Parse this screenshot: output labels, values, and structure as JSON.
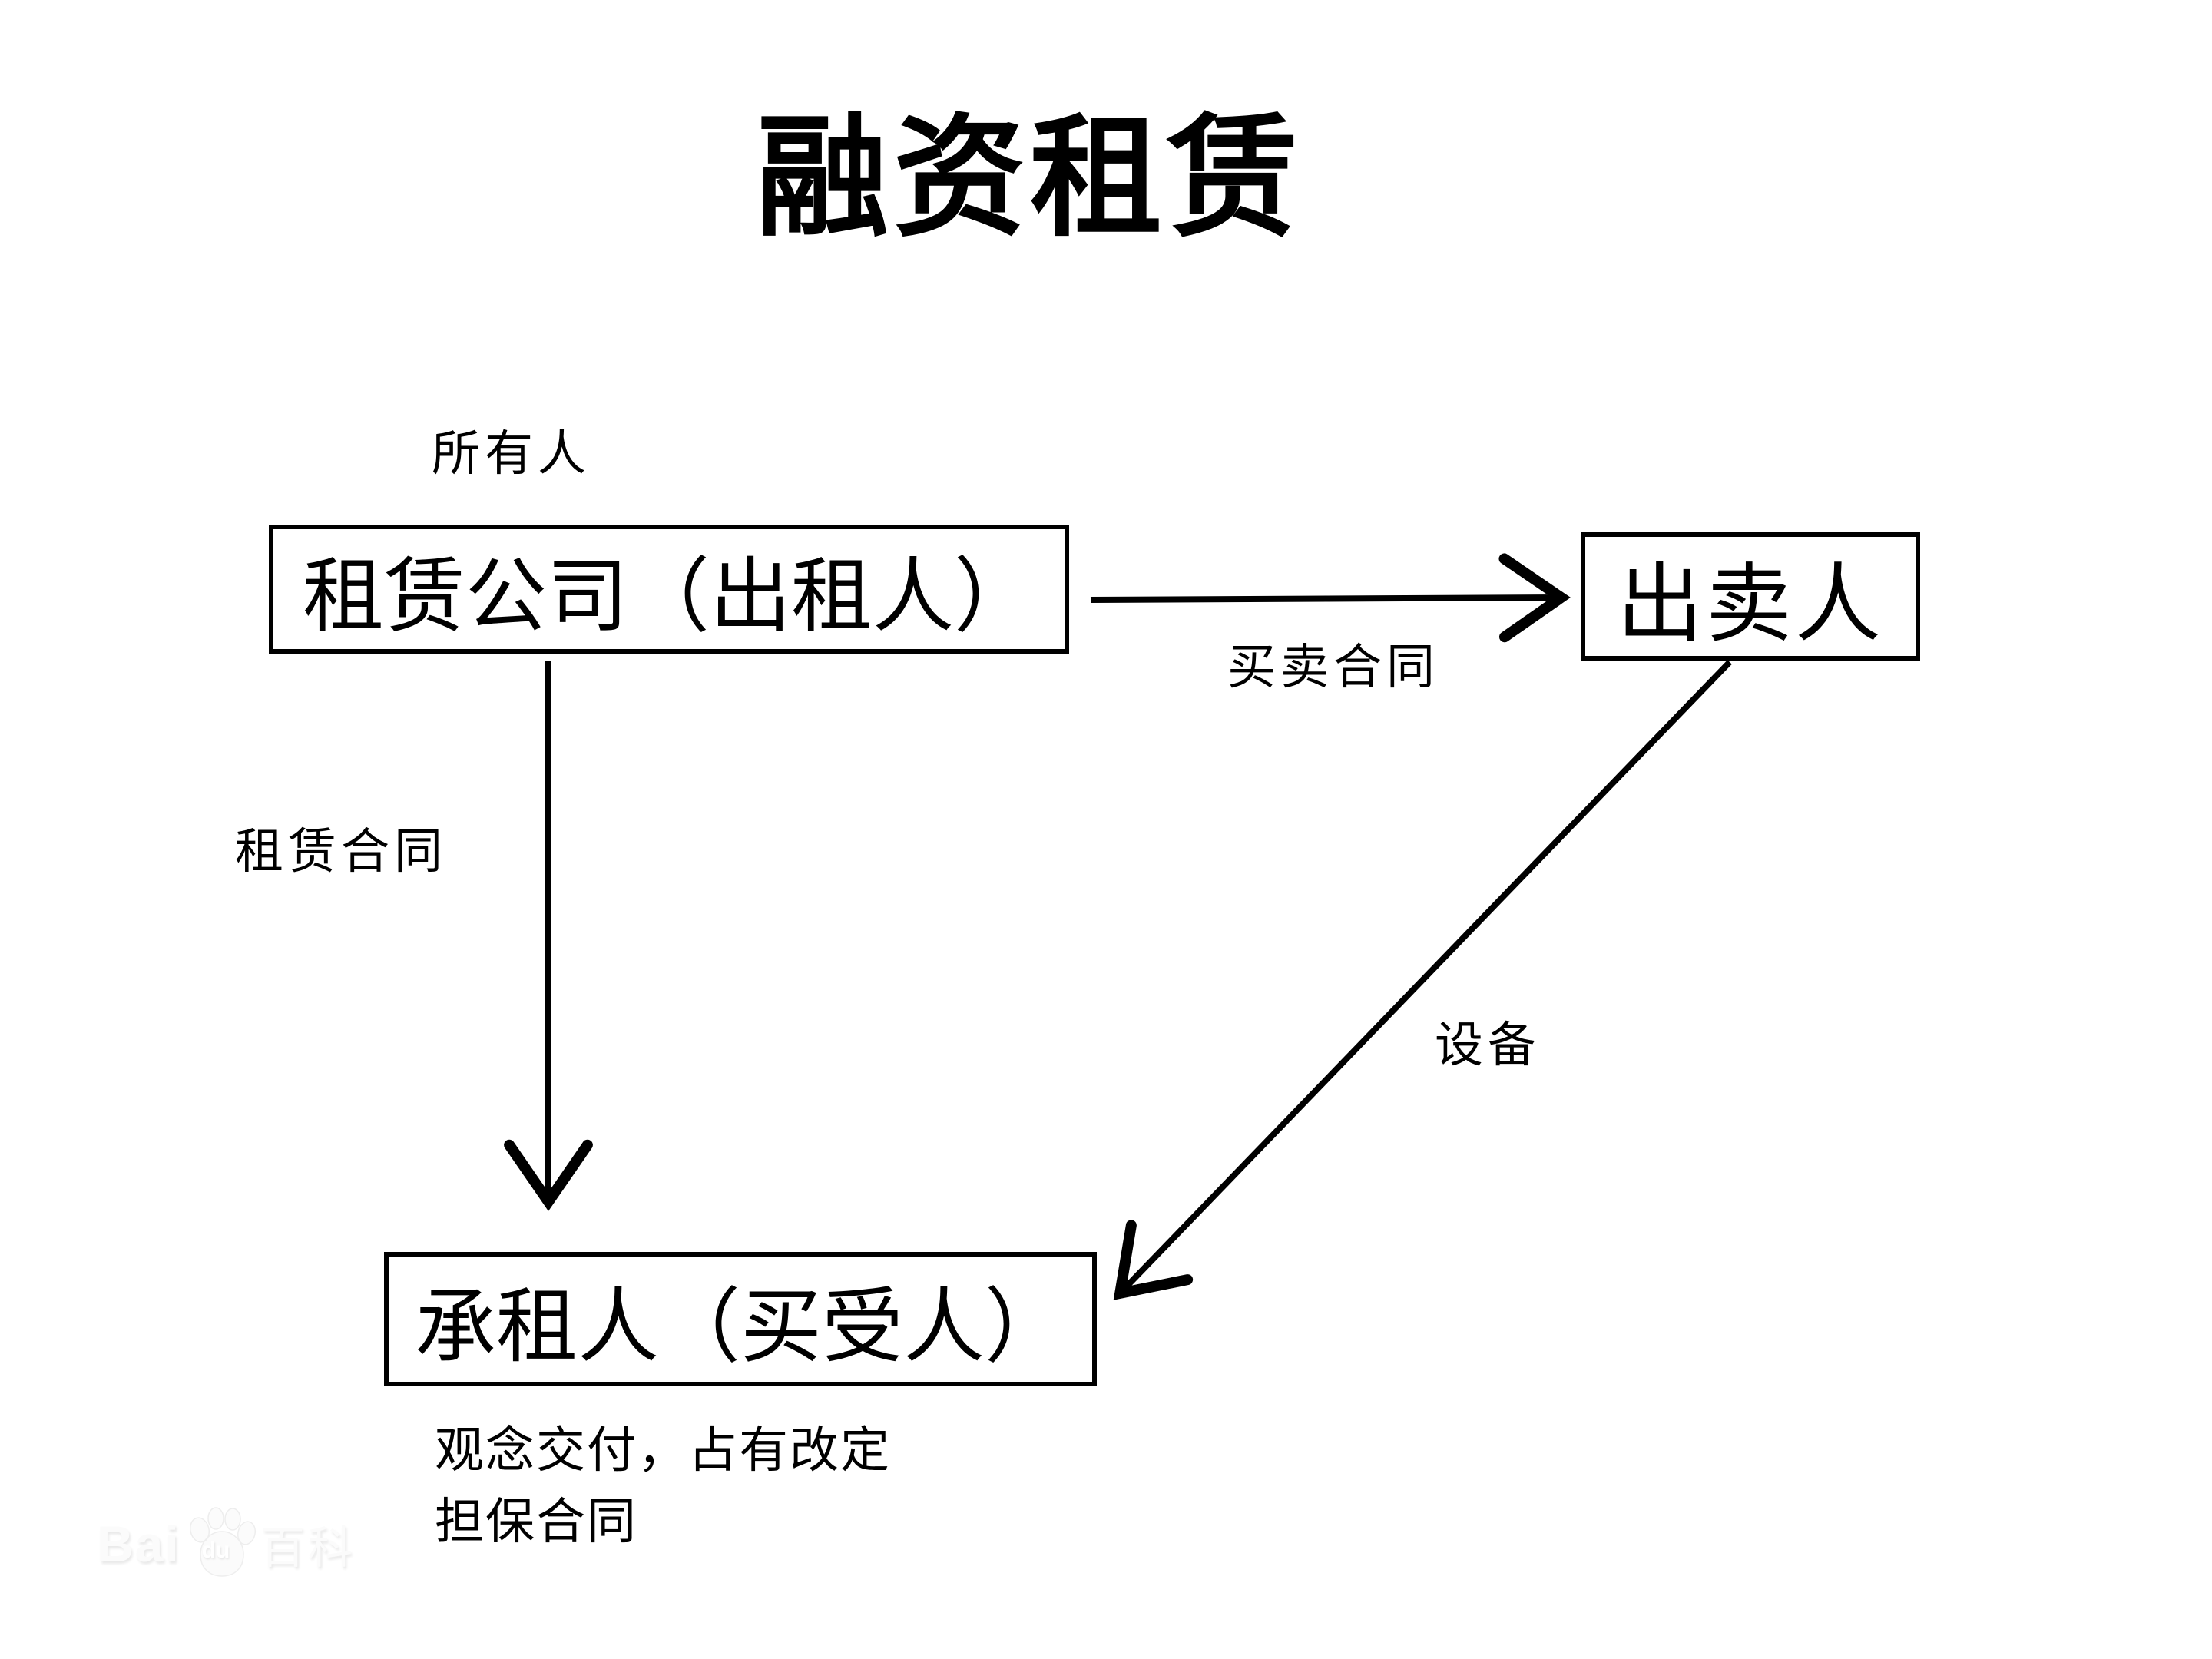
{
  "title": "融资租赁",
  "diagram": {
    "owner_label": "所有人",
    "lessor_box": "租赁公司（出租人）",
    "seller_box": "出卖人",
    "lessee_box": "承租人（买受人）",
    "sale_contract_label": "买卖合同",
    "lease_contract_label": "租赁合同",
    "equipment_label": "设备",
    "note_line1": "观念交付，占有改定",
    "note_line2": "担保合同"
  },
  "watermark": {
    "text_bai": "Bai",
    "text_du": "du",
    "text_suffix": "百科"
  },
  "colors": {
    "background": "#ffffff",
    "line": "#000000",
    "watermark": "#fbfbfb"
  }
}
